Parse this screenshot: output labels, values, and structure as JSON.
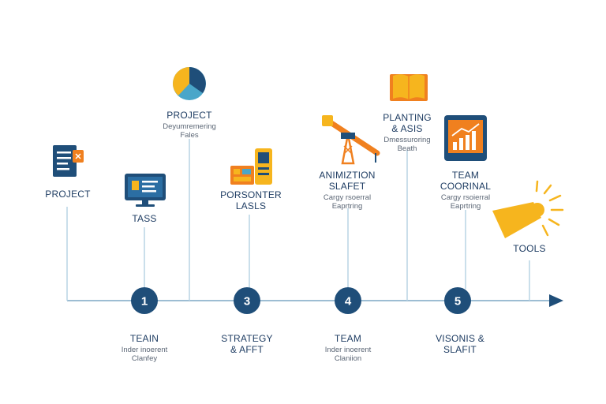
{
  "colors": {
    "navy": "#1f4e79",
    "line": "#b9d4e4",
    "orange": "#f0801f",
    "yellow": "#f6b51e",
    "teal": "#4aa6c9"
  },
  "milestones": [
    {
      "number": "1"
    },
    {
      "number": "3"
    },
    {
      "number": "4"
    },
    {
      "number": "5"
    }
  ],
  "items": [
    {
      "id": "project-doc",
      "icon": "document-icon",
      "title": [
        "PROJECT"
      ],
      "subtitle": []
    },
    {
      "id": "tass",
      "icon": "monitor-icon",
      "title": [
        "TASS"
      ],
      "subtitle": []
    },
    {
      "id": "project-pie",
      "icon": "pie-chart-icon",
      "title": [
        "PROJECT"
      ],
      "subtitle": [
        "Deyumremering",
        "Fales"
      ]
    },
    {
      "id": "porsonter",
      "icon": "device-icon",
      "title": [
        "PORSONTER",
        "LASLS"
      ],
      "subtitle": []
    },
    {
      "id": "animiztion",
      "icon": "crane-icon",
      "title": [
        "ANIMIZTION",
        "SLAFET"
      ],
      "subtitle": [
        "Cargy rsoerral",
        "Eaprtring"
      ]
    },
    {
      "id": "planting",
      "icon": "book-icon",
      "title": [
        "PLANTING",
        "& ASIS"
      ],
      "subtitle": [
        "Dmessuroring",
        "Beath"
      ]
    },
    {
      "id": "team-coorinal",
      "icon": "chart-screen-icon",
      "title": [
        "TEAM",
        "COORINAL"
      ],
      "subtitle": [
        "Cargy rsoierral",
        "Eaprtring"
      ]
    },
    {
      "id": "tools",
      "icon": "megaphone-icon",
      "title": [
        "TOOLS"
      ],
      "subtitle": []
    },
    {
      "id": "teain",
      "icon": "",
      "title": [
        "TEAIN"
      ],
      "subtitle": [
        "Inder inoerent",
        "Clanfey"
      ]
    },
    {
      "id": "strategy",
      "icon": "",
      "title": [
        "STRATEGY",
        "& AFFT"
      ],
      "subtitle": []
    },
    {
      "id": "team-bottom",
      "icon": "",
      "title": [
        "TEAM"
      ],
      "subtitle": [
        "Inder inoerent",
        "Claniion"
      ]
    },
    {
      "id": "visonis",
      "icon": "",
      "title": [
        "VISONIS &",
        "SLAFIT"
      ],
      "subtitle": []
    }
  ]
}
